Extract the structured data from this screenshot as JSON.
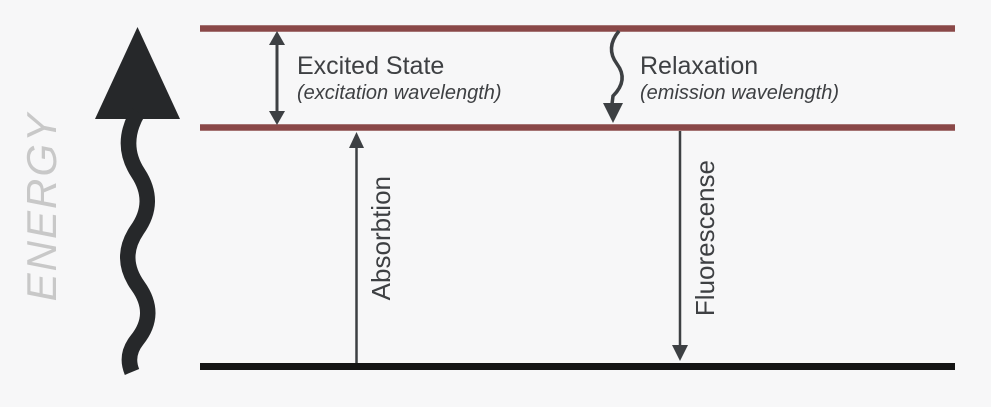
{
  "colors": {
    "background": "#f7f7f8",
    "energy_level_line": "#8a4848",
    "ground_line": "#141414",
    "arrow": "#3d4043",
    "energy_arrow": "#26282a",
    "energy_axis_text": "#c8c8c8",
    "label_text": "#3e4043"
  },
  "diagram": {
    "energy_axis": {
      "label": "ENERGY"
    },
    "excited_state": {
      "label": "Excited State",
      "sublabel": "(excitation wavelength)"
    },
    "relaxation": {
      "label": "Relaxation",
      "sublabel": "(emission wavelength)"
    },
    "absorption": {
      "label": "Absorbtion"
    },
    "fluorescence": {
      "label": "Fluorescense"
    }
  }
}
